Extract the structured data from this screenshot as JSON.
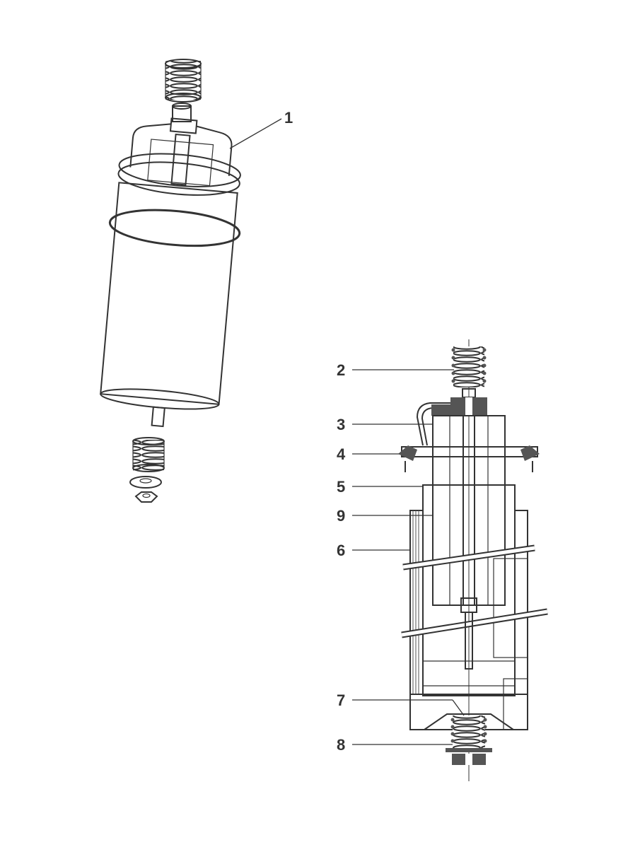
{
  "diagram": {
    "colors": {
      "ink": "#333333",
      "fill_light": "#e9e9e9",
      "fill_mid": "#cfcfcf",
      "fill_dark": "#555555",
      "background": "#ffffff"
    },
    "exploded_view": {
      "callouts": [
        {
          "number": "1"
        }
      ]
    },
    "section_view": {
      "callouts": [
        {
          "number": "2"
        },
        {
          "number": "3"
        },
        {
          "number": "4"
        },
        {
          "number": "5"
        },
        {
          "number": "9"
        },
        {
          "number": "6"
        },
        {
          "number": "7"
        },
        {
          "number": "8"
        }
      ]
    }
  }
}
